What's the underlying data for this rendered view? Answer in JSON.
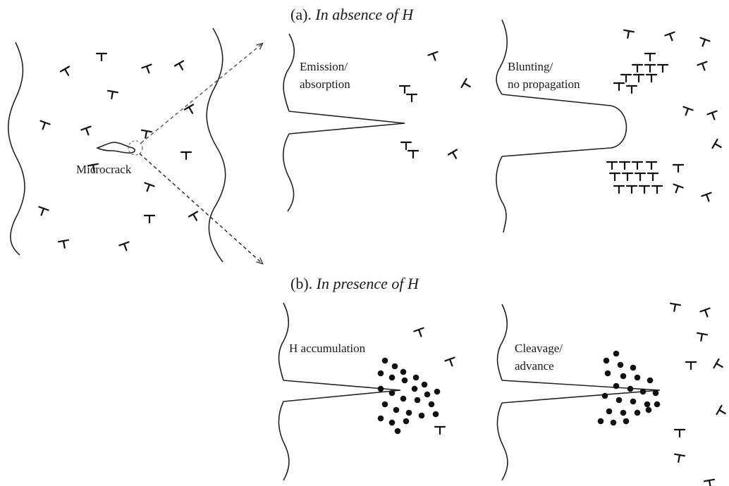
{
  "headings": {
    "a": {
      "prefix": "(a). ",
      "italic": "In absence of H"
    },
    "b": {
      "prefix": "(b). ",
      "italic": "In presence of H"
    }
  },
  "labels": {
    "microcrack": "Microcrack",
    "emission_line1": "Emission/",
    "emission_line2": "absorption",
    "blunting_line1": "Blunting/",
    "blunting_line2": "no propagation",
    "h_accumulation": "H accumulation",
    "cleavage_line1": "Cleavage/",
    "cleavage_line2": "advance"
  },
  "colors": {
    "ink": "#111111",
    "arrow": "#555555",
    "background": "#ffffff"
  }
}
